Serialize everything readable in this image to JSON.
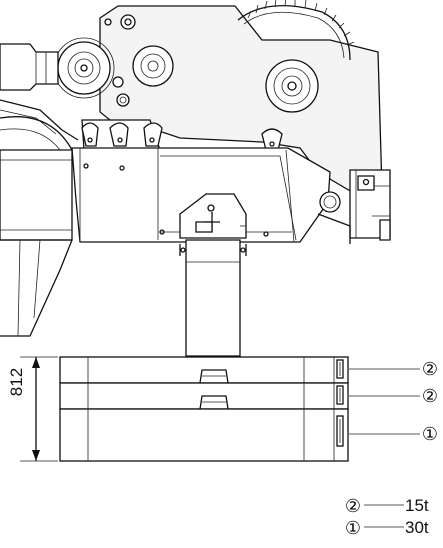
{
  "dimension": {
    "value": "812"
  },
  "weight_markers": [
    {
      "symbol": "②"
    },
    {
      "symbol": "②"
    },
    {
      "symbol": "①"
    }
  ],
  "legend": [
    {
      "symbol": "②",
      "weight": "15t"
    },
    {
      "symbol": "①",
      "weight": "30t"
    }
  ]
}
